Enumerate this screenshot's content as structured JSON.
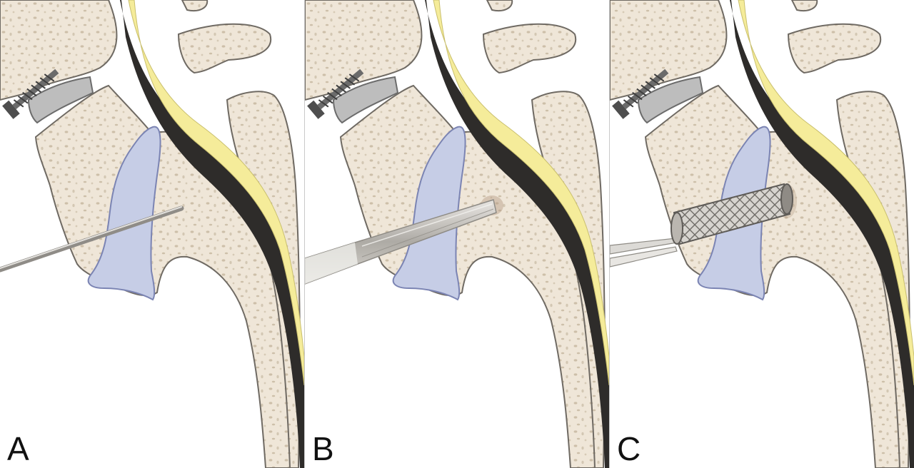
{
  "figure": {
    "panels": [
      {
        "label": "A",
        "instrument": "guide-wire"
      },
      {
        "label": "B",
        "instrument": "tapered-dilator"
      },
      {
        "label": "C",
        "instrument": "mesh-implant"
      }
    ]
  },
  "colors": {
    "bone_fill": "#efe6d8",
    "bone_outline": "#6f6a63",
    "bone_pore": "#cfc2ad",
    "disc_gray": "#b9b9b9",
    "cyst_blue": "#c6cde6",
    "cyst_outline": "#7b84b3",
    "cord_yellow": "#f7ee9c",
    "cord_dark": "#2d2b2a",
    "metal": "#9b9892",
    "screw": "#555555"
  }
}
